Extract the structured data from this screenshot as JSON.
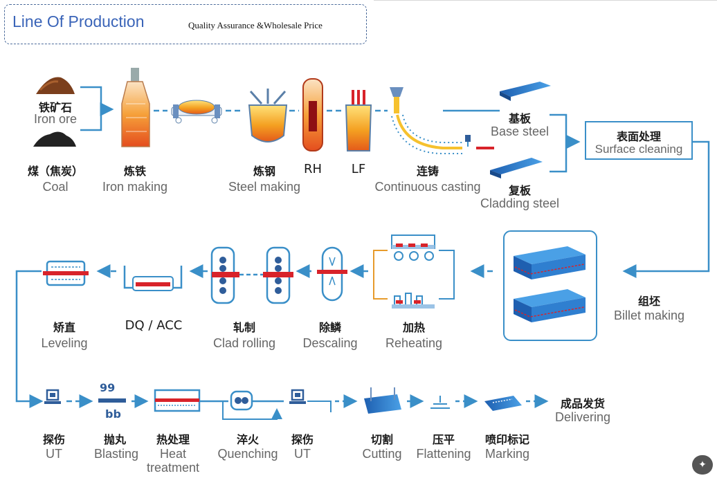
{
  "header": {
    "title": "Line Of Production",
    "subtitle": "Quality Assurance &Wholesale Price"
  },
  "steps": {
    "iron_ore": {
      "zh": "铁矿石",
      "en": "Iron ore"
    },
    "coal": {
      "zh": "煤（焦炭）",
      "en": "Coal"
    },
    "iron_making": {
      "zh": "炼铁",
      "en": "Iron making"
    },
    "steel_making": {
      "zh": "炼钢",
      "en": "Steel making"
    },
    "rh": {
      "zh": "RH"
    },
    "lf": {
      "zh": "LF"
    },
    "continuous_casting": {
      "zh": "连铸",
      "en": "Continuous casting"
    },
    "base_steel": {
      "zh": "基板",
      "en": "Base steel"
    },
    "cladding_steel": {
      "zh": "复板",
      "en": "Cladding steel"
    },
    "surface_cleaning": {
      "zh": "表面处理",
      "en": "Surface cleaning"
    },
    "billet_making": {
      "zh": "组坯",
      "en": "Billet making"
    },
    "reheating": {
      "zh": "加热",
      "en": "Reheating"
    },
    "descaling": {
      "zh": "除鳞",
      "en": "Descaling"
    },
    "clad_rolling": {
      "zh": "轧制",
      "en": "Clad rolling"
    },
    "dq_acc": {
      "zh": "DQ / ACC"
    },
    "leveling": {
      "zh": "矫直",
      "en": "Leveling"
    },
    "ut1": {
      "zh": "探伤",
      "en": "UT"
    },
    "blasting": {
      "zh": "抛丸",
      "en": "Blasting"
    },
    "heat_treatment": {
      "zh": "热处理",
      "en1": "Heat",
      "en2": "treatment"
    },
    "quenching": {
      "zh": "淬火",
      "en": "Quenching"
    },
    "ut2": {
      "zh": "探伤",
      "en": "UT"
    },
    "cutting": {
      "zh": "切割",
      "en": "Cutting"
    },
    "flattening": {
      "zh": "压平",
      "en": "Flattening"
    },
    "marking": {
      "zh": "喷印标记",
      "en": "Marking"
    },
    "delivering": {
      "zh": "成品发货",
      "en": "Delivering"
    }
  },
  "colors": {
    "flow": "#3a8fc8",
    "title": "#3a64b8",
    "steel_blue": "#2f7fd0",
    "hot_red": "#d8232a",
    "molten": "#f2a21c"
  },
  "badge_icon": "magic-wand-icon"
}
